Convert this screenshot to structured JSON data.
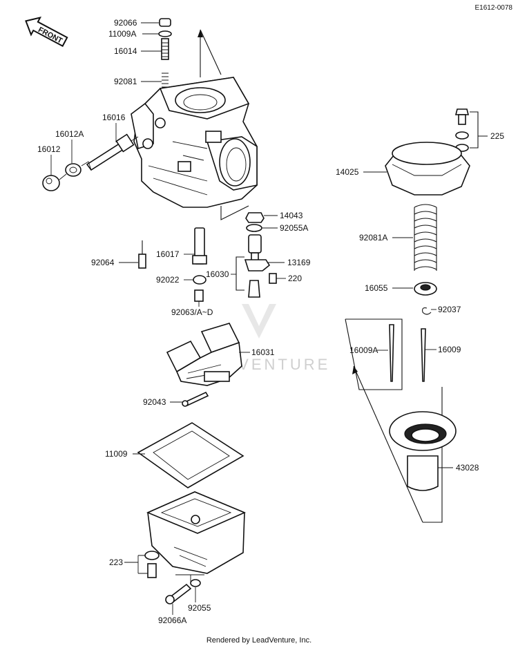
{
  "diagram": {
    "code": "E1612-0078",
    "front_label": "FRONT",
    "watermark": "LEADVENTURE",
    "footer": "Rendered by LeadVenture, Inc.",
    "parts": {
      "p92066": "92066",
      "p11009A": "11009A",
      "p16014": "16014",
      "p92081": "92081",
      "p16016": "16016",
      "p16012A": "16012A",
      "p16012": "16012",
      "p14043": "14043",
      "p92055A": "92055A",
      "p16017": "16017",
      "p13169": "13169",
      "p92064": "92064",
      "p16030": "16030",
      "p92022": "92022",
      "p220": "220",
      "p92063": "92063/A~D",
      "p16031": "16031",
      "p92043": "92043",
      "p11009": "11009",
      "p223": "223",
      "p92055": "92055",
      "p92066A": "92066A",
      "p225": "225",
      "p14025": "14025",
      "p92081A": "92081A",
      "p16055": "16055",
      "p92037": "92037",
      "p16009A": "16009A",
      "p16009": "16009",
      "p43028": "43028"
    }
  }
}
